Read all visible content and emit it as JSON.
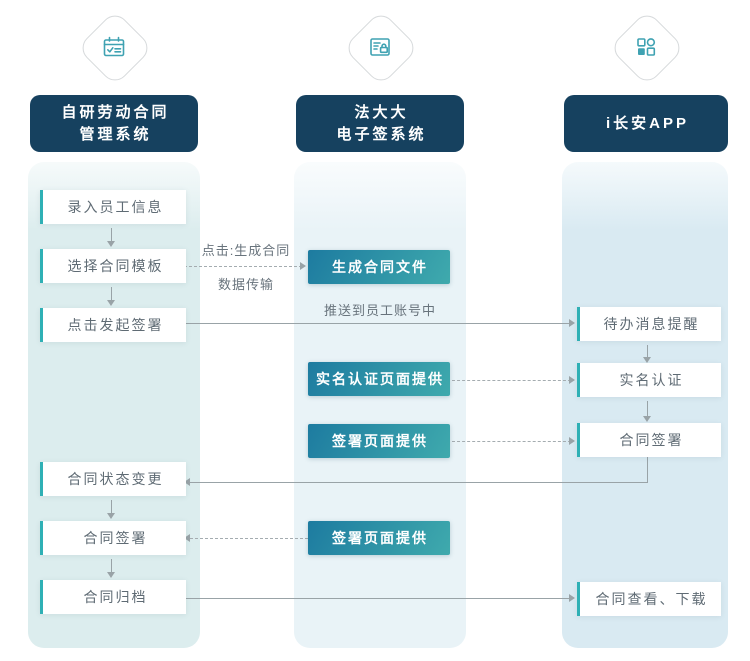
{
  "lanes": [
    {
      "title": [
        "自研劳动合同",
        "管理系统"
      ],
      "icon": "contract-calendar-icon",
      "steps": [
        "录入员工信息",
        "选择合同模板",
        "点击发起签署",
        "合同状态变更",
        "合同签署",
        "合同归档"
      ]
    },
    {
      "title": [
        "法大大",
        "电子签系统"
      ],
      "icon": "esign-certificate-icon",
      "steps": [
        "生成合同文件",
        "实名认证页面提供",
        "签署页面提供",
        "签署页面提供"
      ]
    },
    {
      "title": [
        "i长安APP"
      ],
      "icon": "app-grid-icon",
      "steps": [
        "待办消息提醒",
        "实名认证",
        "合同签署",
        "合同查看、下载"
      ]
    }
  ],
  "flow_labels": {
    "click_generate": "点击:生成合同",
    "data_transfer": "数据传输",
    "push_to_account": "推送到员工账号中"
  },
  "colors": {
    "header_navy": "#16415f",
    "accent_teal": "#2fb0b5",
    "tealbox_gradient_start": "#1d7ba0",
    "tealbox_gradient_end": "#3faaad",
    "lane1_bg": "#dcedee",
    "lane2_bg": "#e9f3f7",
    "lane3_bg": "#d9eaf2",
    "connector_gray": "#99a3a7"
  }
}
